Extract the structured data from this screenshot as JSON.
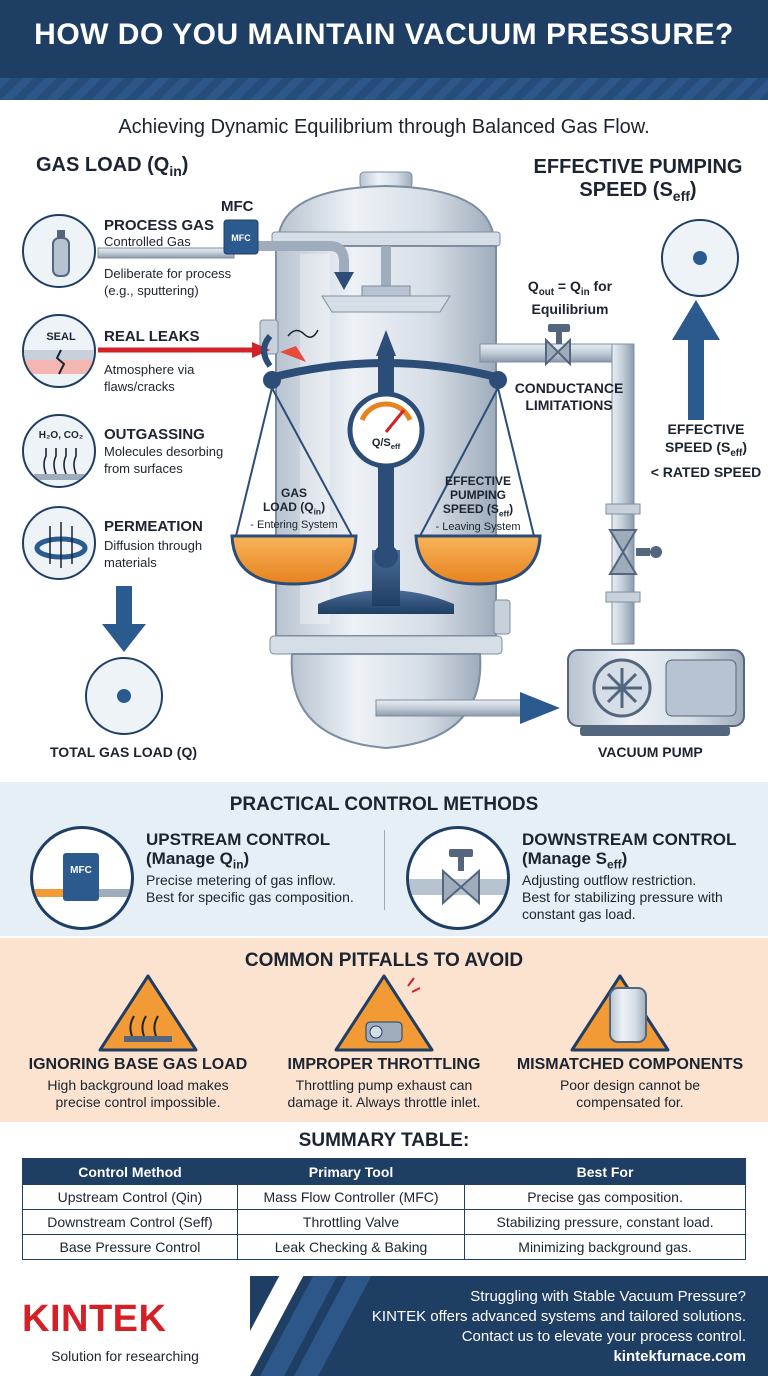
{
  "header": {
    "title": "HOW DO YOU MAINTAIN VACUUM PRESSURE?"
  },
  "subtitle": "Achieving Dynamic Equilibrium through Balanced Gas Flow.",
  "gas_load": {
    "heading": "GAS LOAD (Q",
    "heading_sub": "in",
    "heading_end": ")",
    "sources": [
      {
        "title": "PROCESS GAS",
        "desc_lines": [
          "Controlled Gas",
          "",
          "Deliberate for process",
          "(e.g., sputtering)"
        ],
        "icon": "gas-cylinder-icon"
      },
      {
        "title": "REAL LEAKS",
        "desc_lines": [
          "Atmosphere via",
          "flaws/cracks"
        ],
        "icon": "cracked-seal-icon",
        "icon_text": "SEAL"
      },
      {
        "title": "OUTGASSING",
        "desc_lines": [
          "Molecules desorbing",
          "from surfaces"
        ],
        "icon": "outgassing-icon",
        "icon_text": "H₂O, CO₂"
      },
      {
        "title": "PERMEATION",
        "desc_lines": [
          "Diffusion through",
          "materials"
        ],
        "icon": "permeation-ring-icon"
      }
    ],
    "total_label": "TOTAL GAS LOAD (Q)"
  },
  "pumping": {
    "heading_line1": "EFFECTIVE PUMPING",
    "heading_line2": "SPEED (S",
    "heading_sub": "eff",
    "heading_end": ")",
    "mfc_label": "MFC",
    "mfc_box": "MFC",
    "equilibrium_line1_a": "Q",
    "equilibrium_line1_sub_a": "out",
    "equilibrium_line1_b": " = Q",
    "equilibrium_line1_sub_b": "in",
    "equilibrium_line1_c": " for",
    "equilibrium_line2": "Equilibrium",
    "conductance": [
      "CONDUCTANCE",
      "LIMITATIONS"
    ],
    "effective_line1": "EFFECTIVE",
    "effective_line2_a": "SPEED (S",
    "effective_line2_sub": "eff",
    "effective_line2_b": ")",
    "effective_line3": "< RATED SPEED",
    "pump_label": "VACUUM PUMP",
    "gauge_text": "Q/S",
    "gauge_sub": "eff",
    "left_pan": [
      "GAS",
      "LOAD (Q",
      "in",
      ")",
      "- Entering System"
    ],
    "right_pan": [
      "EFFECTIVE",
      "PUMPING",
      "SPEED (S",
      "eff",
      ")",
      "- Leaving System"
    ]
  },
  "practical": {
    "title": "PRACTICAL CONTROL METHODS",
    "upstream": {
      "title": "UPSTREAM CONTROL",
      "sub_a": "(Manage Q",
      "sub_s": "in",
      "sub_b": ")",
      "desc_lines": [
        "Precise metering of gas inflow.",
        "Best for specific gas composition."
      ],
      "icon_text": "MFC"
    },
    "downstream": {
      "title": "DOWNSTREAM CONTROL",
      "sub_a": "(Manage S",
      "sub_s": "eff",
      "sub_b": ")",
      "desc_lines": [
        "Adjusting outflow restriction.",
        "Best for stabilizing pressure with",
        "constant gas load."
      ]
    }
  },
  "pitfalls": {
    "title": "COMMON PITFALLS TO AVOID",
    "items": [
      {
        "title": "IGNORING BASE GAS LOAD",
        "desc_lines": [
          "High background load makes",
          "precise control impossible."
        ],
        "icon": "warning-heat-icon"
      },
      {
        "title": "IMPROPER THROTTLING",
        "desc_lines": [
          "Throttling pump exhaust can",
          "damage it. Always throttle inlet."
        ],
        "icon": "warning-pump-icon"
      },
      {
        "title": "MISMATCHED COMPONENTS",
        "desc_lines": [
          "Poor design cannot be",
          "compensated for."
        ],
        "icon": "warning-chamber-icon"
      }
    ]
  },
  "summary": {
    "title": "SUMMARY TABLE:",
    "headers": [
      "Control Method",
      "Primary Tool",
      "Best For"
    ],
    "rows": [
      [
        "Upstream Control (Qin)",
        "Mass Flow Controller (MFC)",
        "Precise gas composition."
      ],
      [
        "Downstream Control (Seff)",
        "Throttling Valve",
        "Stabilizing pressure, constant load."
      ],
      [
        "Base Pressure Control",
        "Leak Checking & Baking",
        "Minimizing background gas."
      ]
    ]
  },
  "footer": {
    "brand": "KINTEK",
    "tagline": "Solution for researching",
    "lines": [
      "Struggling with Stable Vacuum Pressure?",
      "KINTEK offers advanced systems and tailored solutions.",
      "Contact us to elevate your process control."
    ],
    "url": "kintekfurnace.com"
  },
  "colors": {
    "navy": "#1f3e64",
    "brand_red": "#d42027",
    "orange": "#f29a35",
    "light_blue": "#e6eef6",
    "peach": "#fbe3d0"
  }
}
